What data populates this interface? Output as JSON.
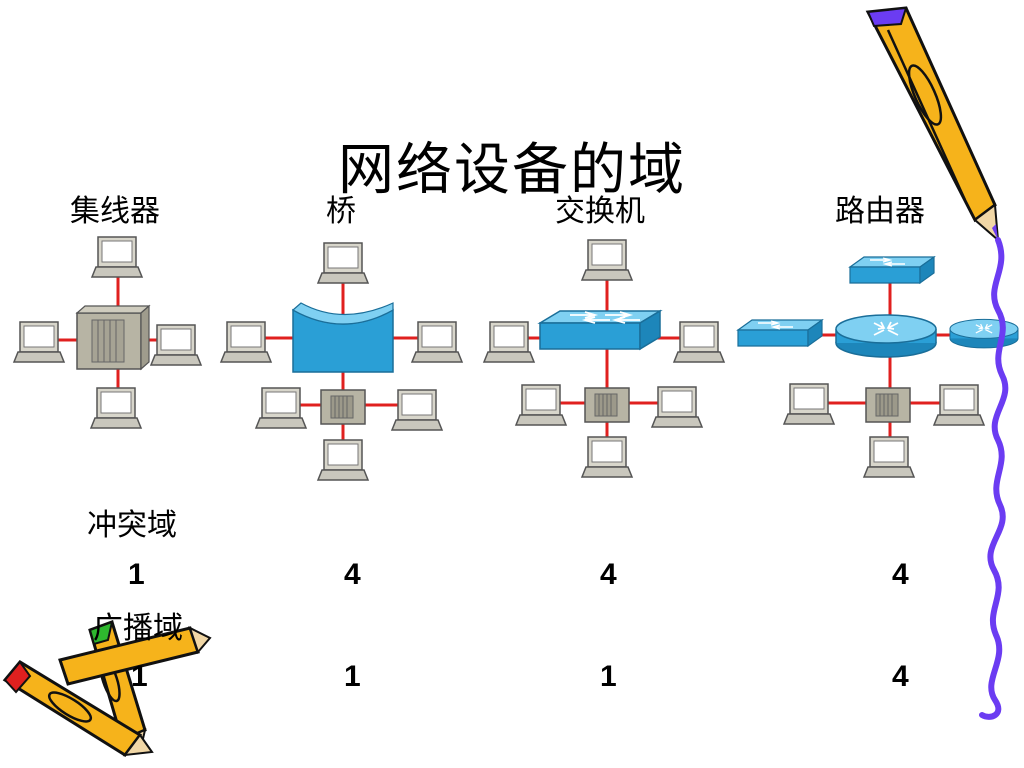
{
  "slide": {
    "title": "网络设备的域",
    "devices": [
      "集线器",
      "桥",
      "交换机",
      "路由器"
    ],
    "collision_label": "冲突域",
    "broadcast_label": "广播域",
    "collision_values": [
      "1",
      "4",
      "4",
      "4"
    ],
    "broadcast_values": [
      "1",
      "1",
      "1",
      "4"
    ]
  },
  "colors": {
    "link": "#e0201f",
    "device_blue": "#2a9fd6",
    "hub_gray": "#b7b4a4",
    "pc_gray": "#c9c7bd",
    "pencil_yellow": "#f6b31b",
    "scribble_purple": "#6b3cf2"
  }
}
